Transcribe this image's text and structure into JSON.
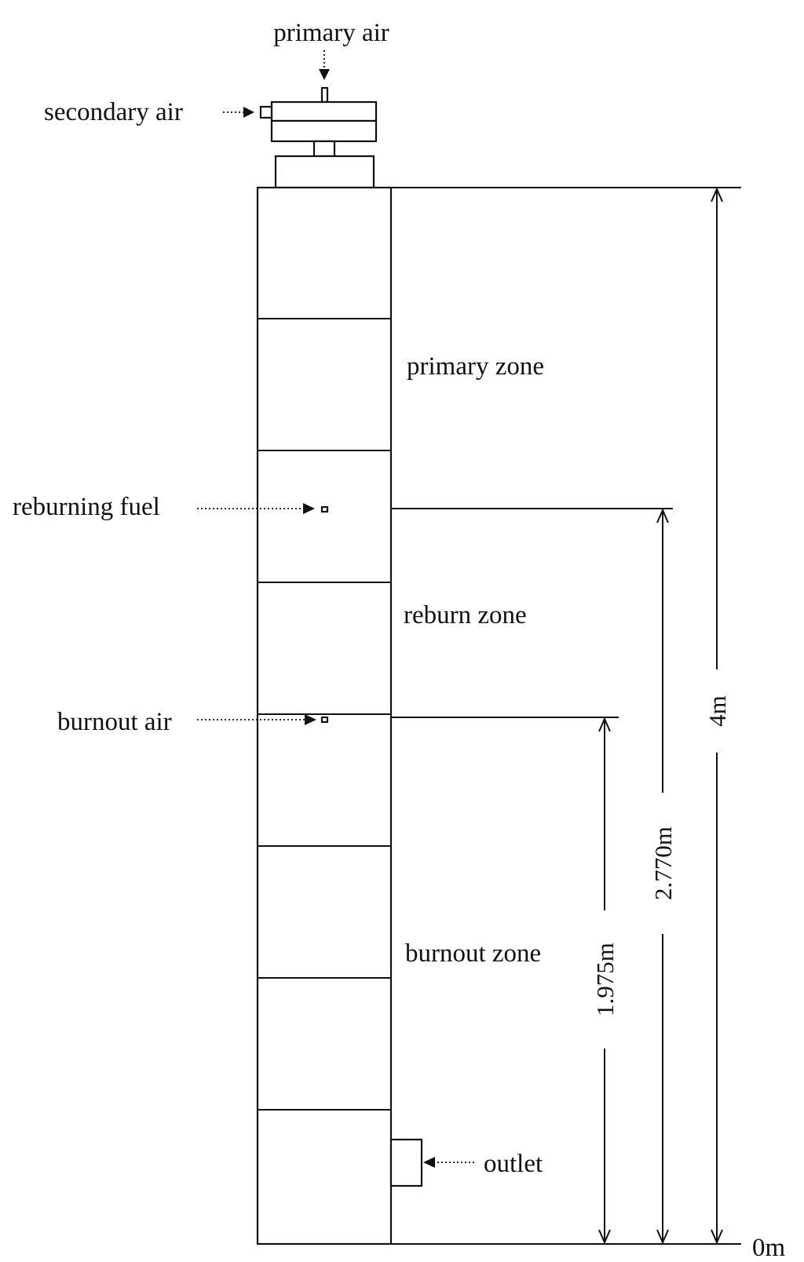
{
  "labels": {
    "primary_air": "primary air",
    "secondary_air": "secondary air",
    "primary_zone": "primary zone",
    "reburning_fuel": "reburning fuel",
    "reburn_zone": "reburn zone",
    "burnout_air": "burnout air",
    "burnout_zone": "burnout zone",
    "outlet": "outlet"
  },
  "dimensions": {
    "total_height": "4m",
    "reburning_fuel_height": "2.770m",
    "burnout_air_height": "1.975m",
    "base": "0m"
  },
  "colors": {
    "line": "#111111",
    "background": "#ffffff"
  }
}
